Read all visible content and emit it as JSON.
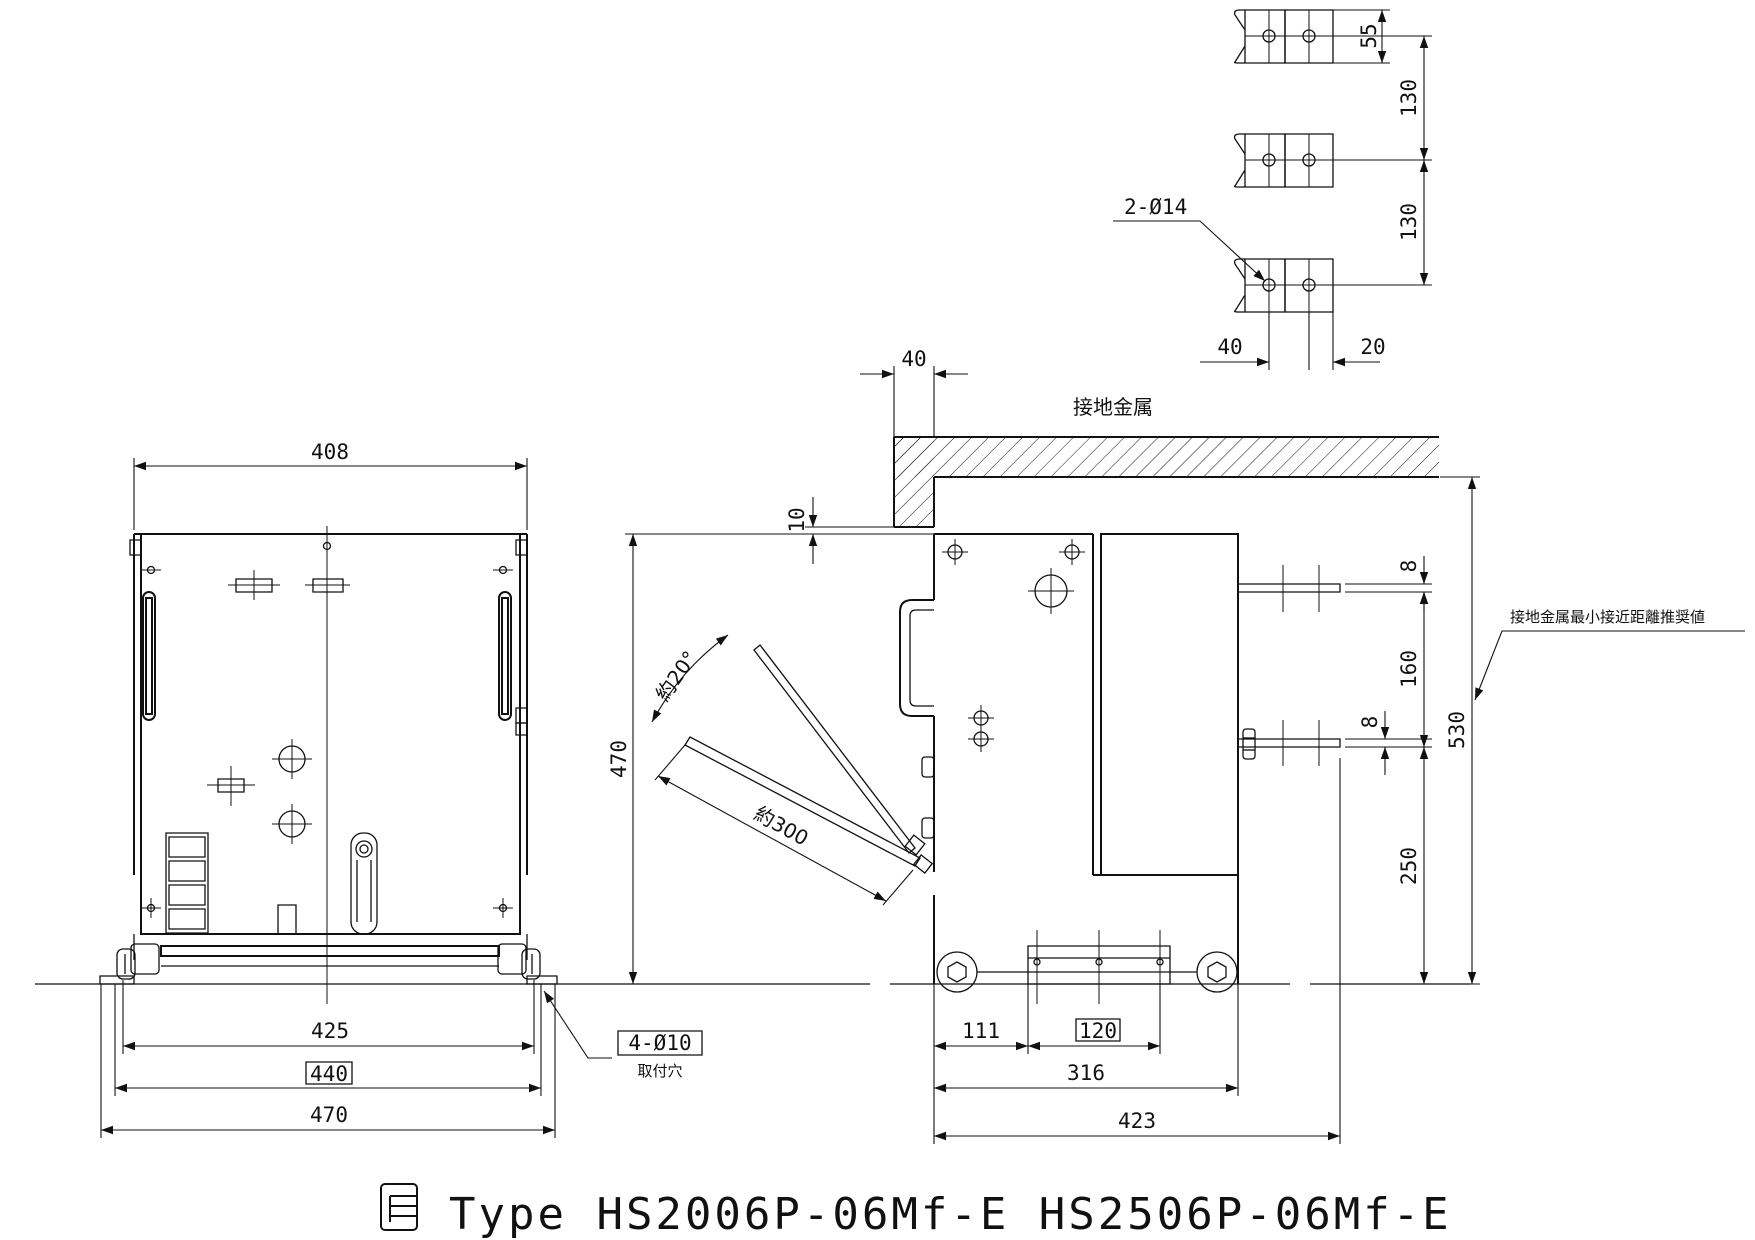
{
  "title": {
    "logo_icon": "company-logo-icon",
    "text": "Type HS2006P-06Mf-E HS2506P-06Mf-E"
  },
  "front_view": {
    "dim_top_width": "408",
    "dim_inner_width": "425",
    "dim_ref_width": "440",
    "dim_overall_width": "470",
    "mount_hole_callout": "4-Ø10",
    "mount_hole_label": "取付穴"
  },
  "side_view": {
    "dim_height": "470",
    "dim_clearance_top": "10",
    "dim_ground_plate_width": "40",
    "dim_angle": "約20°",
    "dim_handle_length": "約300",
    "dim_front_offset": "111",
    "dim_plate_ref": "120",
    "dim_depth": "316",
    "dim_overall_depth": "423",
    "dim_bar_thickness_top": "8",
    "dim_bar_thickness_bottom": "8",
    "dim_bar_pitch": "160",
    "dim_bar_height": "250",
    "dim_total_height": "530",
    "ground_metal_label": "接地金属",
    "ground_clearance_label": "接地金属最小接近距離推奨値"
  },
  "terminal_detail": {
    "dim_top": "55",
    "dim_pitch_1": "130",
    "dim_pitch_2": "130",
    "hole_callout": "2-Ø14",
    "dim_left": "40",
    "dim_right": "20"
  }
}
